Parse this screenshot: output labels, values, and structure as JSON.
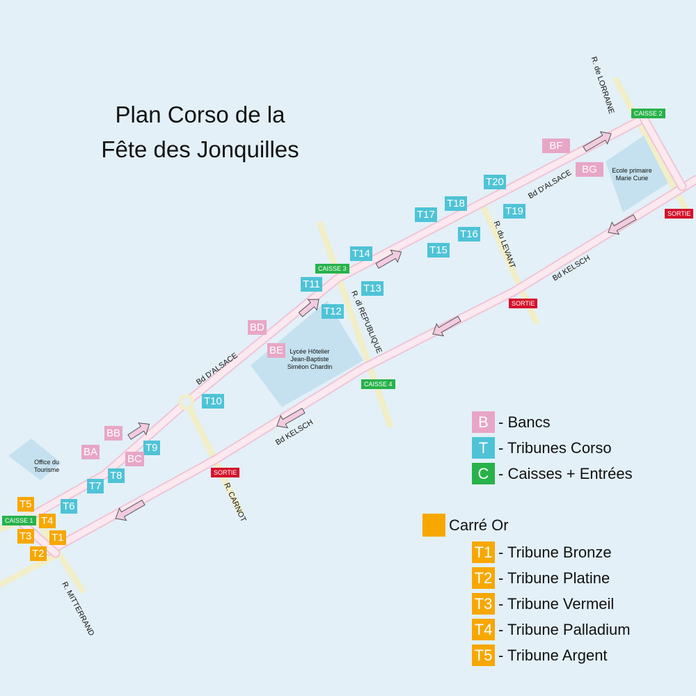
{
  "title": {
    "line1": "Plan Corso de la",
    "line2": "Fête des Jonquilles"
  },
  "colors": {
    "background": "#e3f0f8",
    "road_fill": "#fbe9ef",
    "road_edge": "#f0c4d6",
    "side_road": "#f1eec8",
    "building": "#c5e1ef",
    "tribune": "#4fc3d6",
    "banc": "#e8a6c6",
    "caisse": "#27b24a",
    "carre_or": "#f7a700",
    "sortie": "#d5122b"
  },
  "streets": {
    "lorraine": "R. de LORRAINE",
    "alsace_east": "Bd D'ALSACE",
    "alsace_west": "Bd D'ALSACE",
    "levant": "R. du LEVANT",
    "kelsch_east": "Bd KELSCH",
    "kelsch_west": "Bd KELSCH",
    "republique": "R. dl REPUBLIQUE",
    "carnot": "R. CARNOT",
    "mitterrand": "R. MITTERRAND"
  },
  "buildings": {
    "ecole": "Ecole primaire Marie Curie",
    "lycee_1": "Lycée Hôtelier",
    "lycee_2": "Jean-Baptiste",
    "lycee_3": "Siméon Chardin",
    "office_1": "Office du",
    "office_2": "Tourisme"
  },
  "tribunes": {
    "T6": "T6",
    "T7": "T7",
    "T8": "T8",
    "T9": "T9",
    "T10": "T10",
    "T11": "T11",
    "T12": "T12",
    "T13": "T13",
    "T14": "T14",
    "T15": "T15",
    "T16": "T16",
    "T17": "T17",
    "T18": "T18",
    "T19": "T19",
    "T20": "T20"
  },
  "bancs": {
    "BA": "BA",
    "BB": "BB",
    "BC": "BC",
    "BD": "BD",
    "BE": "BE",
    "BF": "BF",
    "BG": "BG"
  },
  "carre_or_markers": {
    "T1": "T1",
    "T2": "T2",
    "T3": "T3",
    "T4": "T4",
    "T5": "T5"
  },
  "caisses": {
    "c1": "CAISSE 1",
    "c2": "CAISSE 2",
    "c3": "CAISSE 3",
    "c4": "CAISSE 4"
  },
  "sorties": {
    "s1": "SORTIE",
    "s2": "SORTIE",
    "s3": "SORTIE"
  },
  "legend": {
    "b_swatch": "B",
    "b_label": "- Bancs",
    "t_swatch": "T",
    "t_label": "- Tribunes Corso",
    "c_swatch": "C",
    "c_label": "- Caisses + Entrées",
    "carre_or_label": "Carré Or",
    "items": [
      {
        "swatch": "T1",
        "label": "- Tribune Bronze"
      },
      {
        "swatch": "T2",
        "label": "- Tribune Platine"
      },
      {
        "swatch": "T3",
        "label": "- Tribune Vermeil"
      },
      {
        "swatch": "T4",
        "label": "- Tribune Palladium"
      },
      {
        "swatch": "T5",
        "label": "- Tribune Argent"
      }
    ]
  }
}
